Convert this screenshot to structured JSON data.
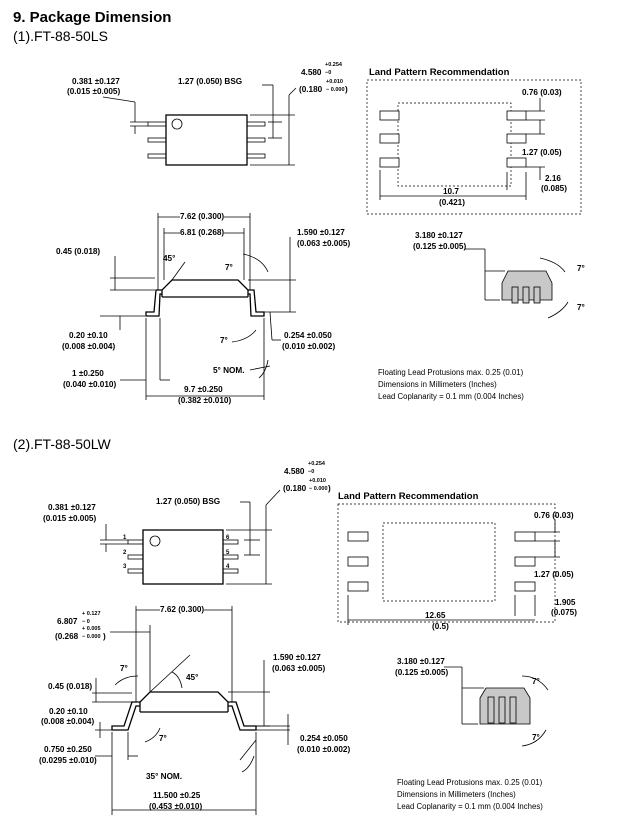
{
  "section_title": "9. Package Dimension",
  "pkg1": {
    "title": "(1).FT-88-50LS",
    "dims": {
      "lead_w": "0.381 ±0.127",
      "lead_w_in": "(0.015 ±0.005)",
      "pitch": "1.27 (0.050) BSG",
      "body_len_mm": "4.580",
      "body_len_tol_mm_up": "+0.254",
      "body_len_tol_mm_dn": "−0",
      "body_len_in": "(0.180",
      "body_len_tol_in_up": "+0.010",
      "body_len_tol_in_dn": "− 0.000",
      "body_len_in_close": ")",
      "row_span": "7.62 (0.300)",
      "body_w": "6.81 (0.268)",
      "angle45": "45°",
      "angle7a": "7°",
      "angle7b": "7°",
      "lead_thk_up": "0.45 (0.018)",
      "height": "1.590 ±0.127",
      "height_in": "(0.063 ±0.005)",
      "standoff": "0.20 ±0.10",
      "standoff_in": "(0.008 ±0.004)",
      "lead_thk": "0.254 ±0.050",
      "lead_thk_in": "(0.010 ±0.002)",
      "foot": "1 ±0.250",
      "foot_in": "(0.040 ±0.010)",
      "nom": "5° NOM.",
      "overall": "9.7 ±0.250",
      "overall_in": "(0.382 ±0.010)"
    },
    "land": {
      "title": "Land Pattern Recommendation",
      "pad_w": "0.76 (0.03)",
      "pitch": "1.27 (0.05)",
      "pad_len": "2.16",
      "pad_len_in": "(0.085)",
      "span": "10.7",
      "span_in": "(0.421)"
    },
    "side": {
      "len": "3.180 ±0.127",
      "len_in": "(0.125 ±0.005)",
      "ang1": "7°",
      "ang2": "7°"
    },
    "notes": [
      "Floating Lead Protusions max. 0.25 (0.01)",
      "Dimensions in Millimeters (Inches)",
      "Lead Coplanarity = 0.1 mm (0.004 Inches)"
    ]
  },
  "pkg2": {
    "title": "(2).FT-88-50LW",
    "dims": {
      "lead_w": "0.381 ±0.127",
      "lead_w_in": "(0.015 ±0.005)",
      "pitch": "1.27 (0.050) BSG",
      "body_len_mm": "4.580",
      "body_len_tol_mm_up": "+0.254",
      "body_len_tol_mm_dn": "−0",
      "body_len_in": "(0.180",
      "body_len_tol_in_up": "+0.010",
      "body_len_tol_in_dn": "− 0.000",
      "body_len_in_close": ")",
      "pins": [
        "1",
        "2",
        "3",
        "4",
        "5",
        "6"
      ],
      "row_span": "7.62 (0.300)",
      "body_w_mm": "6.807",
      "body_w_tol_up": "+ 0.127",
      "body_w_tol_dn": "− 0",
      "body_w_in": "(0.268",
      "body_w_in_tol_up": "+ 0.005",
      "body_w_in_tol_dn": "− 0.000",
      "body_w_in_close": ")",
      "angle7a": "7°",
      "angle45": "45°",
      "height": "1.590 ±0.127",
      "height_in": "(0.063 ±0.005)",
      "lead_thk_up": "0.45 (0.018)",
      "standoff": "0.20 ±0.10",
      "standoff_in": "(0.008 ±0.004)",
      "angle7b": "7°",
      "lead_thk": "0.254 ±0.050",
      "lead_thk_in": "(0.010 ±0.002)",
      "foot": "0.750 ±0.250",
      "foot_in": "(0.0295 ±0.010)",
      "nom": "35° NOM.",
      "overall": "11.500 ±0.25",
      "overall_in": "(0.453 ±0.010)"
    },
    "land": {
      "title": "Land Pattern Recommendation",
      "pad_w": "0.76 (0.03)",
      "pitch": "1.27 (0.05)",
      "pad_len": "1.905",
      "pad_len_in": "(0.075)",
      "span": "12.65",
      "span_in": "(0.5)"
    },
    "side": {
      "len": "3.180 ±0.127",
      "len_in": "(0.125 ±0.005)",
      "ang1": "7°",
      "ang2": "7°"
    },
    "notes": [
      "Floating Lead Protusions max. 0.25 (0.01)",
      "Dimensions in Millimeters (Inches)",
      "Lead Coplanarity = 0.1 mm (0.004 Inches)"
    ]
  }
}
